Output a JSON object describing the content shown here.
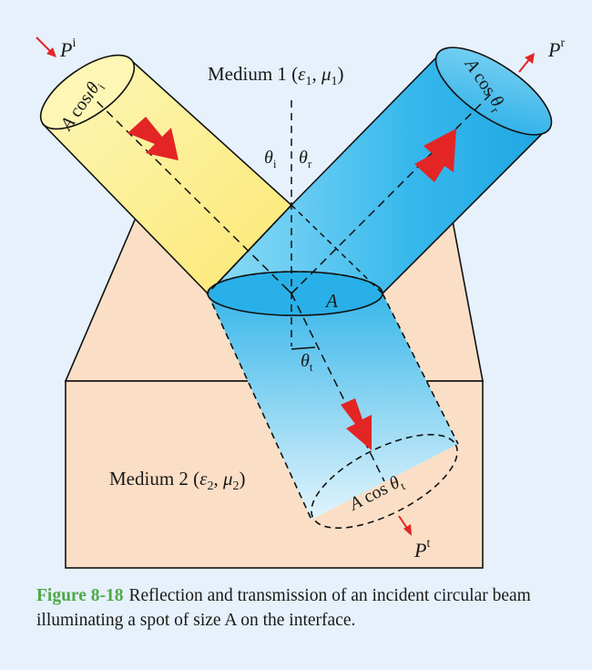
{
  "figure": {
    "power_incident": {
      "symbol": "P",
      "superscript": "i"
    },
    "power_reflected": {
      "symbol": "P",
      "superscript": "r"
    },
    "power_transmitted": {
      "symbol": "P",
      "superscript": "t"
    },
    "medium1": {
      "prefix": "Medium 1 (",
      "eps": "ε",
      "eps_sub": "1",
      "sep": ", ",
      "mu": "μ",
      "mu_sub": "1",
      "suffix": ")"
    },
    "medium2": {
      "prefix": "Medium 2 (",
      "eps": "ε",
      "eps_sub": "2",
      "sep": ", ",
      "mu": "μ",
      "mu_sub": "2",
      "suffix": ")"
    },
    "angle_incident": {
      "theta": "θ",
      "sub": "i"
    },
    "angle_reflected": {
      "theta": "θ",
      "sub": "r"
    },
    "angle_transmitted": {
      "theta": "θ",
      "sub": "t"
    },
    "area_label": "A",
    "incident_cross_section": {
      "a": "A",
      "cos": " cos ",
      "theta": "θ",
      "sub": "i"
    },
    "reflected_cross_section": {
      "a": "A",
      "cos": " cos ",
      "theta": "θ",
      "sub": "r"
    },
    "transmitted_cross_section": {
      "a": "A",
      "cos": " cos ",
      "theta": "θ",
      "sub": "t"
    }
  },
  "caption": {
    "number": "Figure 8-18",
    "text": "Reflection and transmission of an incident circular beam illuminating a spot of size A on the interface."
  },
  "colors": {
    "background": "#e6f1fb",
    "medium2_fill": "#fadfc6",
    "incident_beam": "#fff3a0",
    "reflected_beam": "#48c3ef",
    "arrow_red": "#e32525",
    "caption_number": "#4fa84a"
  }
}
